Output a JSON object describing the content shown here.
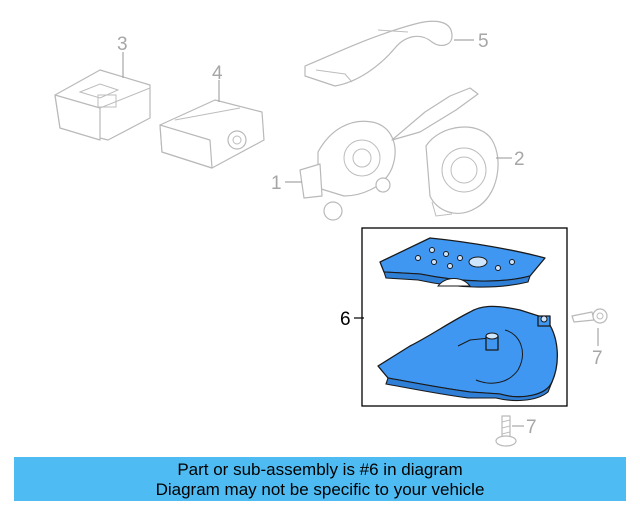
{
  "callouts": {
    "c1": "1",
    "c2": "2",
    "c3": "3",
    "c4": "4",
    "c5": "5",
    "c6": "6",
    "c7a": "7",
    "c7b": "7"
  },
  "highlight_part": "6",
  "colors": {
    "highlight": "#3f97f1",
    "banner": "#4ebcf2",
    "muted_parts": "#b9b9b9"
  },
  "banner": {
    "line1": "Part or sub-assembly is #6 in diagram",
    "line2": "Diagram may not be specific to your vehicle"
  }
}
